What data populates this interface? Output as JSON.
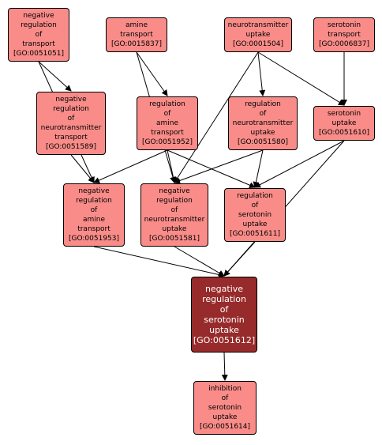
{
  "colors": {
    "node_fill": "#f98c89",
    "focus_fill": "#972a2a",
    "focus_text": "#ffffff",
    "edge": "#000000"
  },
  "nodes": {
    "go0051051": {
      "lines": [
        "negative",
        "regulation",
        "of",
        "transport",
        "[GO:0051051]"
      ]
    },
    "go0015837": {
      "lines": [
        "amine",
        "transport",
        "[GO:0015837]"
      ]
    },
    "go0001504": {
      "lines": [
        "neurotransmitter",
        "uptake",
        "[GO:0001504]"
      ]
    },
    "go0006837": {
      "lines": [
        "serotonin",
        "transport",
        "[GO:0006837]"
      ]
    },
    "go0051589": {
      "lines": [
        "negative",
        "regulation",
        "of",
        "neurotransmitter",
        "transport",
        "[GO:0051589]"
      ]
    },
    "go0051952": {
      "lines": [
        "regulation",
        "of",
        "amine",
        "transport",
        "[GO:0051952]"
      ]
    },
    "go0051580": {
      "lines": [
        "regulation",
        "of",
        "neurotransmitter",
        "uptake",
        "[GO:0051580]"
      ]
    },
    "go0051610": {
      "lines": [
        "serotonin",
        "uptake",
        "[GO:0051610]"
      ]
    },
    "go0051953": {
      "lines": [
        "negative",
        "regulation",
        "of",
        "amine",
        "transport",
        "[GO:0051953]"
      ]
    },
    "go0051581": {
      "lines": [
        "negative",
        "regulation",
        "of",
        "neurotransmitter",
        "uptake",
        "[GO:0051581]"
      ]
    },
    "go0051611": {
      "lines": [
        "regulation",
        "of",
        "serotonin",
        "uptake",
        "[GO:0051611]"
      ]
    },
    "go0051612": {
      "lines": [
        "negative",
        "regulation",
        "of",
        "serotonin",
        "uptake",
        "[GO:0051612]"
      ]
    },
    "go0051614": {
      "lines": [
        "inhibition",
        "of",
        "serotonin",
        "uptake",
        "[GO:0051614]"
      ]
    }
  },
  "edges": [
    [
      "go0051051",
      "go0051589"
    ],
    [
      "go0015837",
      "go0051952"
    ],
    [
      "go0001504",
      "go0051580"
    ],
    [
      "go0001504",
      "go0051610"
    ],
    [
      "go0006837",
      "go0051610"
    ],
    [
      "go0051051",
      "go0051953"
    ],
    [
      "go0051589",
      "go0051953"
    ],
    [
      "go0051952",
      "go0051953"
    ],
    [
      "go0015837",
      "go0051581"
    ],
    [
      "go0051952",
      "go0051581"
    ],
    [
      "go0051580",
      "go0051581"
    ],
    [
      "go0001504",
      "go0051581"
    ],
    [
      "go0051952",
      "go0051611"
    ],
    [
      "go0051580",
      "go0051611"
    ],
    [
      "go0051610",
      "go0051611"
    ],
    [
      "go0051953",
      "go0051612"
    ],
    [
      "go0051581",
      "go0051612"
    ],
    [
      "go0051611",
      "go0051612"
    ],
    [
      "go0051610",
      "go0051612"
    ],
    [
      "go0051612",
      "go0051614"
    ]
  ]
}
